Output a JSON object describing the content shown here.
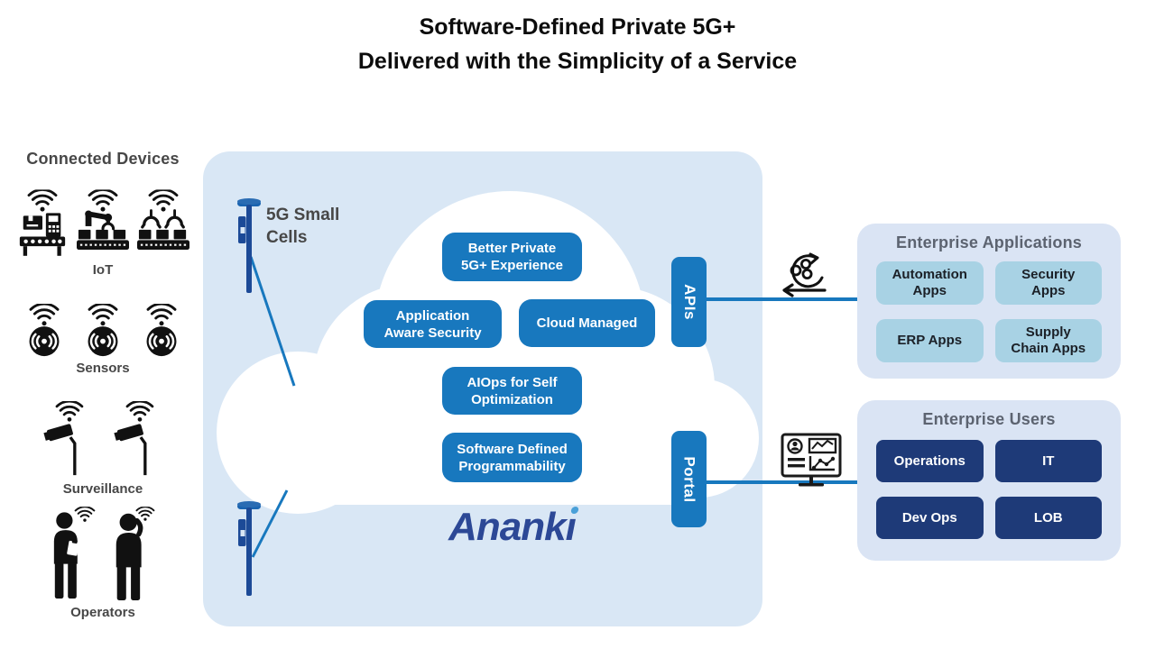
{
  "title": {
    "line1": "Software-Defined Private 5G+",
    "line2": "Delivered with the Simplicity of a Service"
  },
  "connected_devices": {
    "heading": "Connected Devices",
    "groups": [
      {
        "label": "IoT",
        "icons": [
          "factory-machine-icon",
          "robot-arm-icon",
          "gripper-icon"
        ]
      },
      {
        "label": "Sensors",
        "icons": [
          "sensor-icon",
          "sensor-icon",
          "sensor-icon"
        ]
      },
      {
        "label": "Surveillance",
        "icons": [
          "cctv-camera-icon",
          "cctv-camera-icon"
        ]
      },
      {
        "label": "Operators",
        "icons": [
          "operator-clipboard-icon",
          "operator-phone-icon"
        ]
      }
    ]
  },
  "platform": {
    "small_cells_label": "5G Small\nCells",
    "features": [
      "Better Private\n5G+ Experience",
      "Application\nAware Security",
      "Cloud Managed",
      "AIOps for Self\nOptimization",
      "Software Defined\nProgrammability"
    ],
    "tabs": [
      "APIs",
      "Portal"
    ],
    "logo": "Ananki",
    "connector_icons": [
      "automation-cycle-icon",
      "dashboard-monitor-icon"
    ]
  },
  "enterprise_applications": {
    "heading": "Enterprise Applications",
    "items": [
      "Automation\nApps",
      "Security\nApps",
      "ERP Apps",
      "Supply\nChain Apps"
    ]
  },
  "enterprise_users": {
    "heading": "Enterprise Users",
    "items": [
      "Operations",
      "IT",
      "Dev Ops",
      "LOB"
    ]
  },
  "colors": {
    "panel_bg": "#d9e7f5",
    "primary_blue": "#1878be",
    "navy": "#1e3a78",
    "light_box": "#a8d2e4",
    "side_panel_bg": "#dae4f4",
    "logo_blue": "#2c4896",
    "logo_dot_blue": "#4aa0d8",
    "heading_gray": "#5c6370",
    "device_gray": "#474747",
    "antenna_navy": "#1c4a97"
  }
}
